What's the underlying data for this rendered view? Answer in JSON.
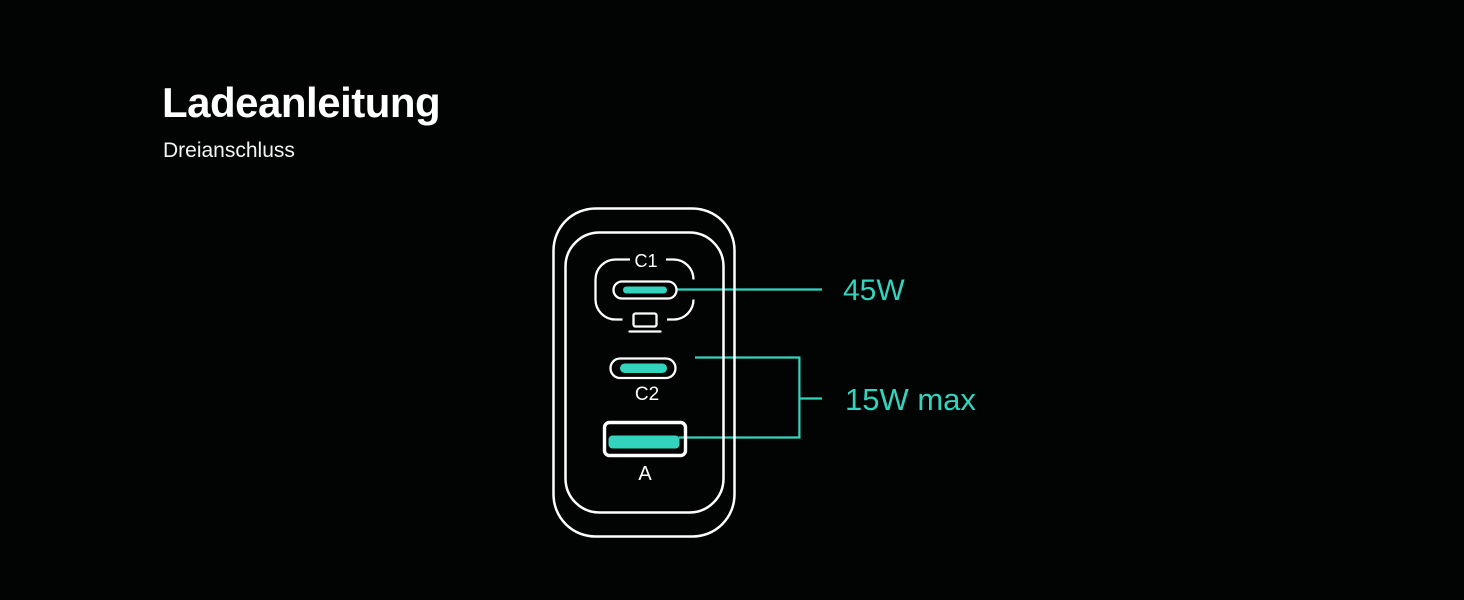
{
  "page": {
    "title": "Ladeanleitung",
    "subtitle": "Dreianschluss"
  },
  "colors": {
    "accent_teal": "#32d4be",
    "outline_white": "#ffffff",
    "background_glow_green": "#0e2620",
    "background_black": "#000000"
  },
  "diagram": {
    "ports": [
      {
        "label": "C1",
        "type": "USB-C",
        "device_icon": "laptop-icon"
      },
      {
        "label": "C2",
        "type": "USB-C"
      },
      {
        "label": "A",
        "type": "USB-A"
      }
    ],
    "callouts": [
      {
        "label": "45W",
        "applies_to": "C1"
      },
      {
        "label": "15W max",
        "applies_to": "C2 + A"
      }
    ]
  }
}
